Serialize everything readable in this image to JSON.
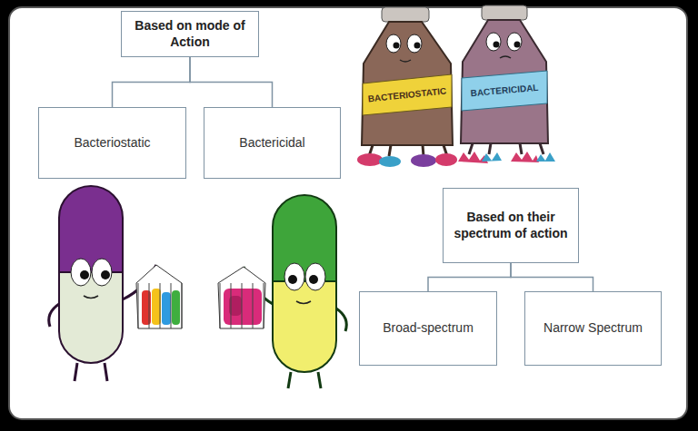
{
  "diagram": {
    "nodes": [
      {
        "text": [
          "Based on mode of Action"
        ]
      },
      {
        "text": [
          "Bacteriostatic"
        ]
      },
      {
        "text": [
          "Bactericidal"
        ]
      },
      {
        "text": [
          "Based on their spectrum of action"
        ]
      },
      {
        "text": [
          "Broad-spectrum"
        ]
      },
      {
        "text": [
          "Narrow Spectrum"
        ]
      }
    ],
    "edges": [
      {
        "from": 0,
        "to": 1,
        "arrow": "none"
      },
      {
        "from": 0,
        "to": 2,
        "arrow": "none"
      },
      {
        "from": 3,
        "to": 4,
        "arrow": "none"
      },
      {
        "from": 3,
        "to": 5,
        "arrow": "none"
      }
    ],
    "labels": [
      "BACTERIOSTATIC",
      "BACTERICIDAL"
    ]
  }
}
